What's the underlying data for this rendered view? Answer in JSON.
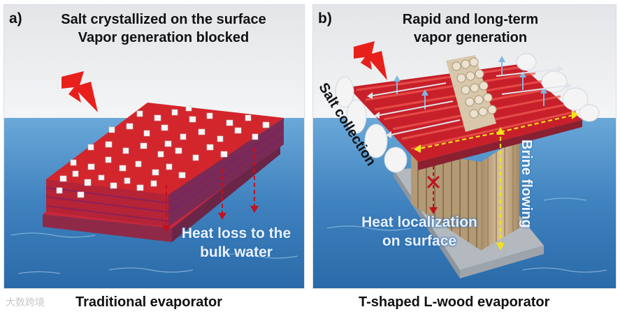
{
  "panel_a": {
    "label": "a)",
    "title_line1": "Salt crystallized on the surface",
    "title_line2": "Vapor generation blocked",
    "heat_loss_line1": "Heat loss to the",
    "heat_loss_line2": "bulk water",
    "caption": "Traditional  evaporator"
  },
  "panel_b": {
    "label": "b)",
    "title_line1": "Rapid and long-term",
    "title_line2": "vapor generation",
    "salt_collection": "Salt collection",
    "brine_flowing": "Brine flowing",
    "heat_line1": "Heat localization",
    "heat_line2": "on surface",
    "caption": "T-shaped L-wood  evaporator"
  },
  "watermark": "大数跨境",
  "icons": [
    "lightning-bolt-icon",
    "lightning-bolt-icon"
  ],
  "colors": {
    "red": "#d8262b",
    "water": "#4f94c9",
    "yellow": "#f2e21a",
    "salt": "#f4f4f4",
    "wood": "#c9b08a"
  }
}
